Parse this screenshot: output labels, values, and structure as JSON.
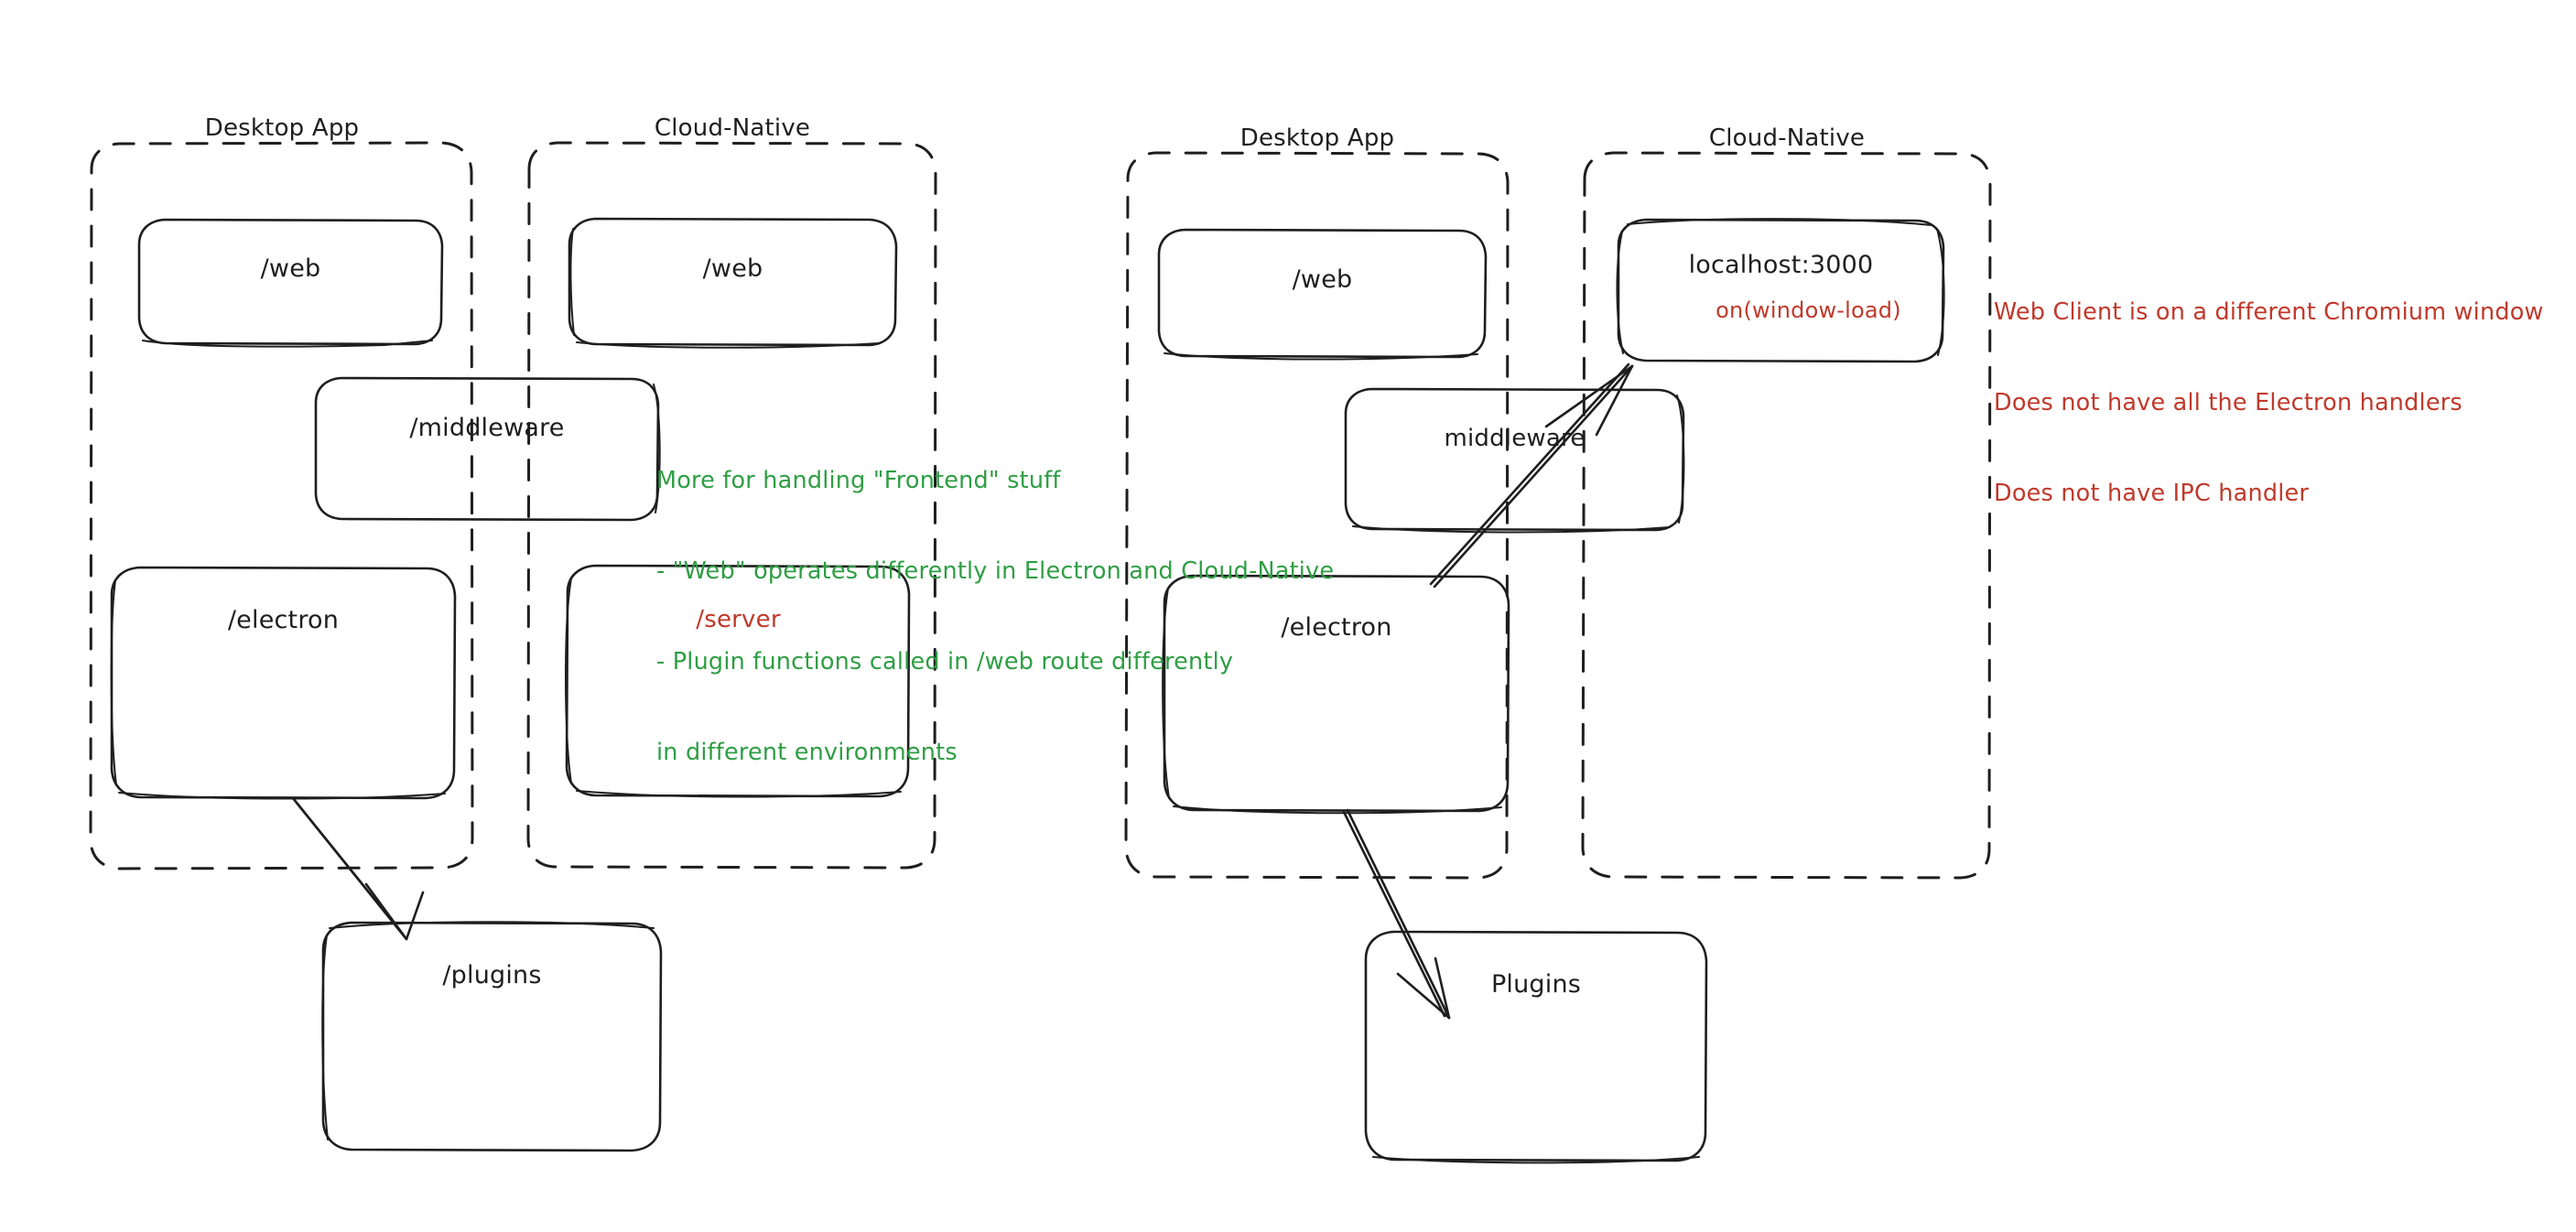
{
  "diagram": {
    "title_present": false,
    "style": "hand-drawn-whiteboard",
    "colors": {
      "stroke": "#1e1e1e",
      "green_note": "#2f9e44",
      "red_note": "#c0392b",
      "background": "#ffffff"
    },
    "panels": [
      {
        "id": "left",
        "groups": [
          {
            "id": "left-desktop-app",
            "label": "Desktop App",
            "nodes": [
              {
                "id": "left-da-web",
                "label": "/web",
                "color": "black"
              },
              {
                "id": "left-da-electron",
                "label": "/electron",
                "color": "black"
              }
            ]
          },
          {
            "id": "left-cloud-native",
            "label": "Cloud-Native",
            "nodes": [
              {
                "id": "left-cn-web",
                "label": "/web",
                "color": "black"
              },
              {
                "id": "left-cn-server",
                "label": "/server",
                "color": "red"
              }
            ]
          }
        ],
        "shared_nodes": [
          {
            "id": "left-middleware",
            "label": "/middleware",
            "color": "black"
          }
        ],
        "outside_nodes": [
          {
            "id": "left-plugins",
            "label": "/plugins",
            "color": "black"
          }
        ],
        "annotations": [
          {
            "id": "left-green-note",
            "color": "green",
            "lines": [
              "More for handling \"Frontend\" stuff",
              "- \"Web\" operates differently in Electron and Cloud-Native",
              "- Plugin functions called in /web route differently",
              "in different environments"
            ]
          }
        ],
        "arrows": [
          {
            "from": "left-da-electron",
            "to": "left-plugins"
          }
        ]
      },
      {
        "id": "right",
        "groups": [
          {
            "id": "right-desktop-app",
            "label": "Desktop App",
            "nodes": [
              {
                "id": "right-da-web",
                "label": "/web",
                "color": "black"
              },
              {
                "id": "right-da-electron",
                "label": "/electron",
                "color": "black"
              }
            ]
          },
          {
            "id": "right-cloud-native",
            "label": "Cloud-Native",
            "nodes": [
              {
                "id": "right-cn-localhost",
                "label": "localhost:3000",
                "sublabel": "on(window-load)",
                "color": "black",
                "sublabel_color": "red"
              }
            ]
          }
        ],
        "shared_nodes": [
          {
            "id": "right-middleware",
            "label": "middleware",
            "color": "black"
          }
        ],
        "outside_nodes": [
          {
            "id": "right-plugins",
            "label": "Plugins",
            "color": "black"
          }
        ],
        "annotations": [
          {
            "id": "right-red-note",
            "color": "red",
            "lines": [
              "Web Client is on a different Chromium window",
              "Does not have all the Electron handlers",
              "Does not have IPC handler"
            ]
          }
        ],
        "arrows": [
          {
            "from": "right-da-electron",
            "to": "right-plugins"
          },
          {
            "from": "right-da-electron",
            "to": "right-cn-localhost"
          }
        ]
      }
    ]
  }
}
